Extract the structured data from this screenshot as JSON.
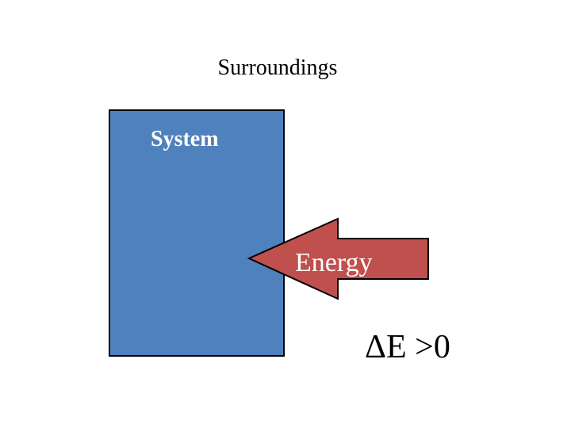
{
  "surroundings": {
    "label": "Surroundings"
  },
  "system": {
    "label": "System",
    "fill_color": "#4f81bd"
  },
  "energy": {
    "label": "Energy",
    "fill_color": "#c0504d",
    "direction": "left"
  },
  "equation": {
    "text": "ΔE >0"
  }
}
